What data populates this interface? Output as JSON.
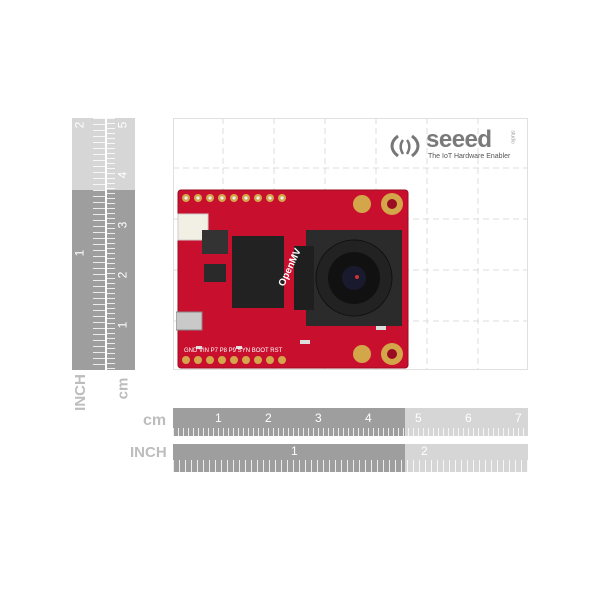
{
  "logo": {
    "brand": "seeed",
    "tagline": "The IoT Hardware Enabler",
    "small": "studio"
  },
  "rulers": {
    "horizontal_cm": {
      "unit_label": "cm",
      "ticks": [
        "1",
        "2",
        "3",
        "4",
        "5",
        "6",
        "7"
      ]
    },
    "horizontal_inch": {
      "unit_label": "INCH",
      "ticks": [
        "1",
        "2"
      ]
    },
    "vertical_cm": {
      "unit_label": "cm",
      "ticks": [
        "1",
        "2",
        "3",
        "4",
        "5"
      ]
    },
    "vertical_inch": {
      "unit_label": "INCH",
      "ticks": [
        "1",
        "2"
      ]
    }
  },
  "board": {
    "name": "OpenMV",
    "pin_labels": "GND VIN P7 P8 P9 SYN BOOT RST"
  },
  "colors": {
    "board": "#c8102e",
    "ruler_dark": "#9e9e9e",
    "ruler_light": "#d6d6d6",
    "grid": "#d9d9d9"
  }
}
